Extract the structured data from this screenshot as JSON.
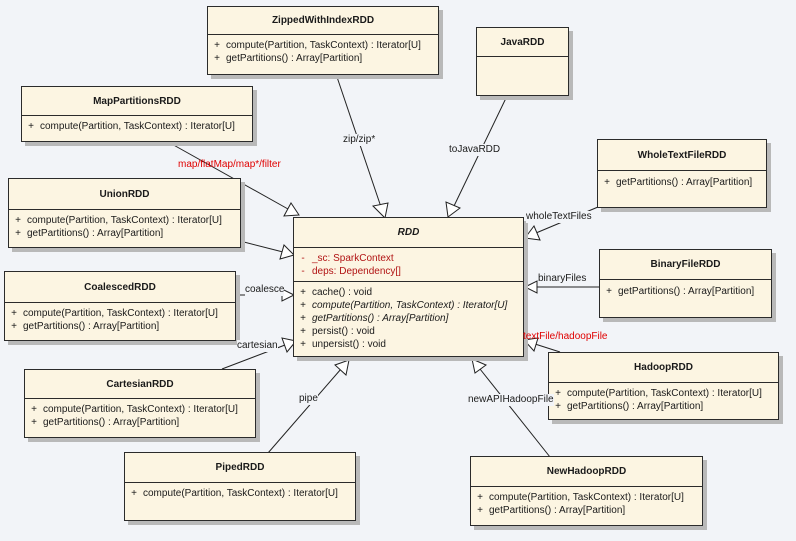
{
  "classes": {
    "zipped": {
      "name": "ZippedWithIndexRDD",
      "ops": [
        {
          "vis": "+",
          "sig": "compute(Partition, TaskContext) : Iterator[U]"
        },
        {
          "vis": "+",
          "sig": "getPartitions() : Array[Partition]"
        }
      ]
    },
    "java": {
      "name": "JavaRDD"
    },
    "mappart": {
      "name": "MapPartitionsRDD",
      "ops": [
        {
          "vis": "+",
          "sig": "compute(Partition, TaskContext) : Iterator[U]"
        }
      ]
    },
    "wholetext": {
      "name": "WholeTextFileRDD",
      "ops": [
        {
          "vis": "+",
          "sig": "getPartitions() : Array[Partition]"
        }
      ]
    },
    "union": {
      "name": "UnionRDD",
      "ops": [
        {
          "vis": "+",
          "sig": "compute(Partition, TaskContext) : Iterator[U]"
        },
        {
          "vis": "+",
          "sig": "getPartitions() : Array[Partition]"
        }
      ]
    },
    "rdd": {
      "name": "RDD",
      "attrs": [
        {
          "vis": "-",
          "sig": "_sc:  SparkContext"
        },
        {
          "vis": "-",
          "sig": "deps:  Dependency[]"
        }
      ],
      "ops": [
        {
          "vis": "+",
          "sig": "cache() : void"
        },
        {
          "vis": "+",
          "sig": "compute(Partition, TaskContext) : Iterator[U]"
        },
        {
          "vis": "+",
          "sig": "getPartitions() : Array[Partition]"
        },
        {
          "vis": "+",
          "sig": "persist() : void"
        },
        {
          "vis": "+",
          "sig": "unpersist() : void"
        }
      ]
    },
    "binary": {
      "name": "BinaryFileRDD",
      "ops": [
        {
          "vis": "+",
          "sig": "getPartitions() : Array[Partition]"
        }
      ]
    },
    "coalesced": {
      "name": "CoalescedRDD",
      "ops": [
        {
          "vis": "+",
          "sig": "compute(Partition, TaskContext) : Iterator[U]"
        },
        {
          "vis": "+",
          "sig": "getPartitions() : Array[Partition]"
        }
      ]
    },
    "hadoop": {
      "name": "HadoopRDD",
      "ops": [
        {
          "vis": "+",
          "sig": "compute(Partition, TaskContext) : Iterator[U]"
        },
        {
          "vis": "+",
          "sig": "getPartitions() : Array[Partition]"
        }
      ]
    },
    "cartesian": {
      "name": "CartesianRDD",
      "ops": [
        {
          "vis": "+",
          "sig": "compute(Partition, TaskContext) : Iterator[U]"
        },
        {
          "vis": "+",
          "sig": "getPartitions() : Array[Partition]"
        }
      ]
    },
    "piped": {
      "name": "PipedRDD",
      "ops": [
        {
          "vis": "+",
          "sig": "compute(Partition, TaskContext) : Iterator[U]"
        }
      ]
    },
    "newhadoop": {
      "name": "NewHadoopRDD",
      "ops": [
        {
          "vis": "+",
          "sig": "compute(Partition, TaskContext) : Iterator[U]"
        },
        {
          "vis": "+",
          "sig": "getPartitions() : Array[Partition]"
        }
      ]
    }
  },
  "labels": {
    "zip": "zip/zip*",
    "tojava": "toJavaRDD",
    "map": "map/flatMap/map*/filter",
    "wholetext": "wholeTextFiles",
    "binary": "binaryFiles",
    "coalesce": "coalesce",
    "textfile": "textFile/hadoopFile",
    "cartesian": "cartesian",
    "pipe": "pipe",
    "newapi": "newAPIHadoopFile"
  },
  "colors": {
    "box_fill": "#fcf5e2",
    "attr_text": "#b11414",
    "method_label": "#e00000",
    "background": "#f2f4f8"
  }
}
